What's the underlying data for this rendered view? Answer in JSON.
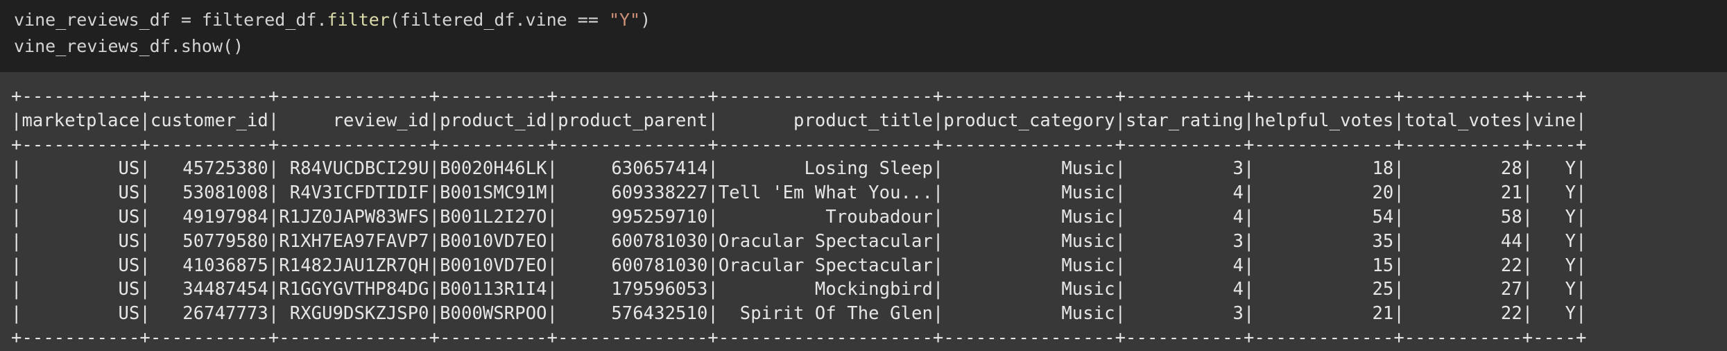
{
  "code_cell": {
    "line1": {
      "prefix": "vine_reviews_df = filtered_df.",
      "method": "filter",
      "middle": "(filtered_df.vine == ",
      "string": "\"Y\"",
      "suffix": ")"
    },
    "line2": "vine_reviews_df.show()"
  },
  "output_table": {
    "columns": [
      {
        "name": "marketplace",
        "width": 11,
        "align": "right"
      },
      {
        "name": "customer_id",
        "width": 11,
        "align": "right"
      },
      {
        "name": "review_id",
        "width": 14,
        "align": "right"
      },
      {
        "name": "product_id",
        "width": 10,
        "align": "right"
      },
      {
        "name": "product_parent",
        "width": 14,
        "align": "right"
      },
      {
        "name": "product_title",
        "width": 20,
        "align": "right"
      },
      {
        "name": "product_category",
        "width": 16,
        "align": "right"
      },
      {
        "name": "star_rating",
        "width": 11,
        "align": "right"
      },
      {
        "name": "helpful_votes",
        "width": 13,
        "align": "right"
      },
      {
        "name": "total_votes",
        "width": 11,
        "align": "right"
      },
      {
        "name": "vine",
        "width": 4,
        "align": "right"
      }
    ],
    "rows": [
      [
        "US",
        "45725380",
        "R84VUCDBCI29U",
        "B0020H46LK",
        "630657414",
        "Losing Sleep",
        "Music",
        "3",
        "18",
        "28",
        "Y"
      ],
      [
        "US",
        "53081008",
        "R4V3ICFDTIDIF",
        "B001SMC91M",
        "609338227",
        "Tell 'Em What You...",
        "Music",
        "4",
        "20",
        "21",
        "Y"
      ],
      [
        "US",
        "49197984",
        "R1JZ0JAPW83WFS",
        "B001L2I27O",
        "995259710",
        "Troubadour",
        "Music",
        "4",
        "54",
        "58",
        "Y"
      ],
      [
        "US",
        "50779580",
        "R1XH7EA97FAVP7",
        "B0010VD7EO",
        "600781030",
        "Oracular Spectacular",
        "Music",
        "3",
        "35",
        "44",
        "Y"
      ],
      [
        "US",
        "41036875",
        "R1482JAU1ZR7QH",
        "B0010VD7EO",
        "600781030",
        "Oracular Spectacular",
        "Music",
        "4",
        "15",
        "22",
        "Y"
      ],
      [
        "US",
        "34487454",
        "R1GGYGVTHP84DG",
        "B00113R1I4",
        "179596053",
        "Mockingbird",
        "Music",
        "4",
        "25",
        "27",
        "Y"
      ],
      [
        "US",
        "26747773",
        "RXGU9DSKZJSP0",
        "B000WSRPOO",
        "576432510",
        "Spirit Of The Glen",
        "Music",
        "3",
        "21",
        "22",
        "Y"
      ]
    ]
  }
}
